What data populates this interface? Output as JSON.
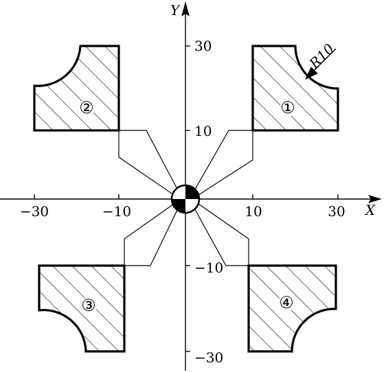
{
  "axes": {
    "x_name": "X",
    "y_name": "Y"
  },
  "x_ticks": [
    "−30",
    "−10",
    "10",
    "30"
  ],
  "y_ticks": [
    "30",
    "10",
    "−10",
    "−30"
  ],
  "parts": [
    {
      "id": "part-1",
      "label": "①"
    },
    {
      "id": "part-2",
      "label": "②"
    },
    {
      "id": "part-3",
      "label": "③"
    },
    {
      "id": "part-4",
      "label": "④"
    }
  ],
  "annotation": {
    "radius_label": "R10"
  },
  "colors": {
    "line": "#000000",
    "background": "#ffffff"
  }
}
